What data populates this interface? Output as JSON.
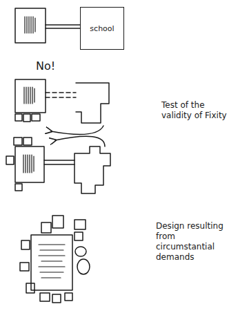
{
  "diagram": {
    "nodes": [
      {
        "text": [
          "school"
        ]
      }
    ],
    "labels": [
      "No!",
      "Test of the validity of Fixity",
      "Design resulting from circumstantial demands"
    ]
  }
}
